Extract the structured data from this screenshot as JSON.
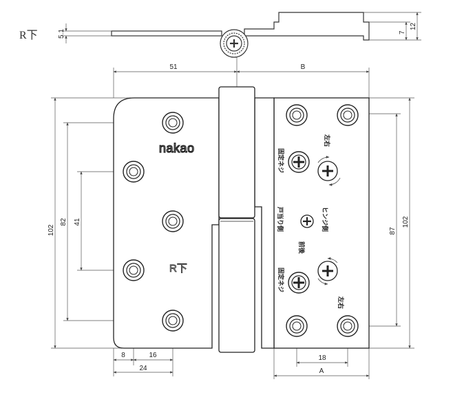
{
  "title": "R下",
  "plate_mark": "R下",
  "logo": "nakao",
  "dimensions": {
    "top_thickness": "5.1",
    "top_offset_7": "7",
    "top_height_12": "12",
    "width_left": "51",
    "width_right": "B",
    "height_left_outer": "102",
    "height_left_inner": "82",
    "height_left_short": "41",
    "height_right_inner": "87",
    "height_right_outer": "102",
    "bottom_8": "8",
    "bottom_16": "16",
    "bottom_24": "24",
    "bottom_18": "18",
    "bottom_A": "A"
  },
  "labels": {
    "fixing_screw": "固定ネジ",
    "fixing_screw_2": "固定ネジ",
    "left_right": "左右",
    "left_right_2": "左右",
    "door_stop_side": "戸当り側",
    "hinge_side": "ヒンジ側",
    "front_back": "前後"
  }
}
